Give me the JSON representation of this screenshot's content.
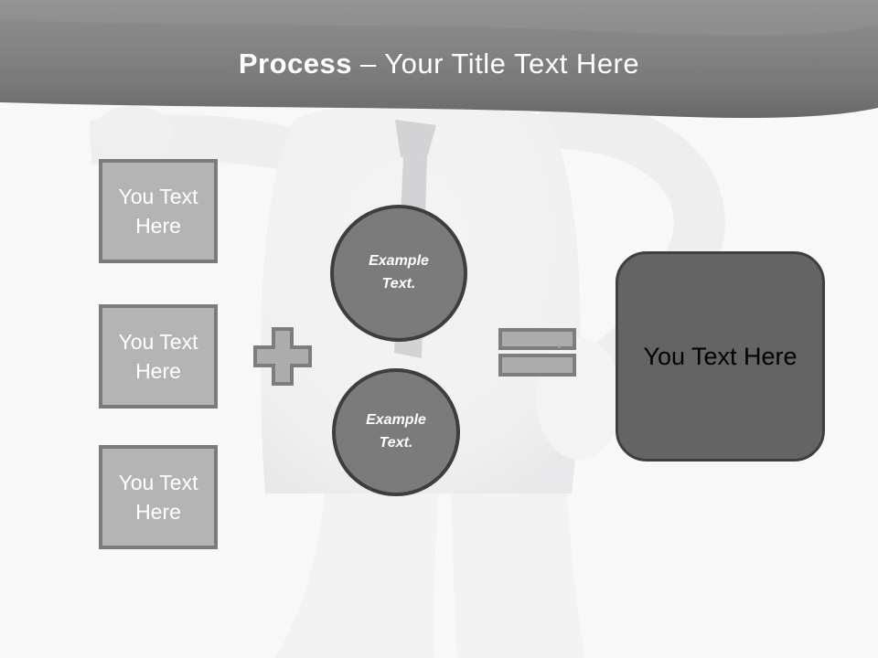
{
  "title": {
    "bold": "Process",
    "rest": "– Your Title Text Here"
  },
  "inputs": [
    {
      "label": "You Text Here"
    },
    {
      "label": "You Text Here"
    },
    {
      "label": "You Text Here"
    }
  ],
  "operators": {
    "plus": "plus-icon",
    "equals": "equals-icon"
  },
  "examples": [
    {
      "label": "Example Text."
    },
    {
      "label": "Example Text."
    }
  ],
  "result": {
    "label": "You Text Here"
  },
  "background_figure": "3d-person-with-tie",
  "colors": {
    "header_top": "#8f8f8f",
    "header_bottom": "#696969",
    "title_text": "#ffffff",
    "input_box_fill": "#b4b4b4",
    "input_box_border": "#7b7b7b",
    "operator_fill": "#acacac",
    "operator_border": "#7d7d7d",
    "circle_fill": "#7b7b7b",
    "circle_border": "#3e3e3e",
    "result_fill": "#656464",
    "result_border": "#3f3f3f",
    "result_text": "#000000",
    "background": "#f8f8f9",
    "figure_body": "#f1f1f2",
    "tie": "#d3d3d5"
  }
}
